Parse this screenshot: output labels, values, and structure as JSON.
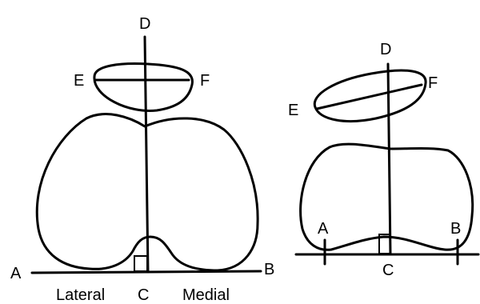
{
  "left_figure": {
    "labels": {
      "a": "A",
      "b": "B",
      "c": "C",
      "d": "D",
      "e": "E",
      "f": "F",
      "lateral": "Lateral",
      "medial": "Medial"
    }
  },
  "right_figure": {
    "labels": {
      "a": "A",
      "b": "B",
      "c": "C",
      "d": "D",
      "e": "E",
      "f": "F"
    }
  },
  "colors": {
    "ink": "#000000",
    "background": "#ffffff"
  }
}
